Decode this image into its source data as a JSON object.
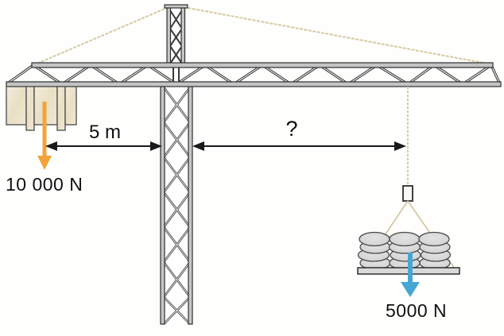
{
  "diagram": {
    "type": "physics-lever-tower-crane",
    "description_data": {
      "counterweight_force_N": 10000,
      "counterweight_distance_m": 5,
      "load_force_N": 5000,
      "load_distance_m": "?"
    },
    "labels": {
      "counterweight_force": "10 000 N",
      "counterweight_distance": "5 m",
      "load_distance": "?",
      "load_force": "5000 N"
    },
    "colors": {
      "counterweight_arrow": "#f2a43a",
      "load_arrow": "#47a7d4",
      "dimension_arrow": "#1a1a1a",
      "tie_cable": "#d5c9a3",
      "counterweight_block": "#ece4cd",
      "sack_fill": "#d8d8d8",
      "structure_dark": "#3a3a3a",
      "structure_fill": "#c8c8c8"
    }
  }
}
